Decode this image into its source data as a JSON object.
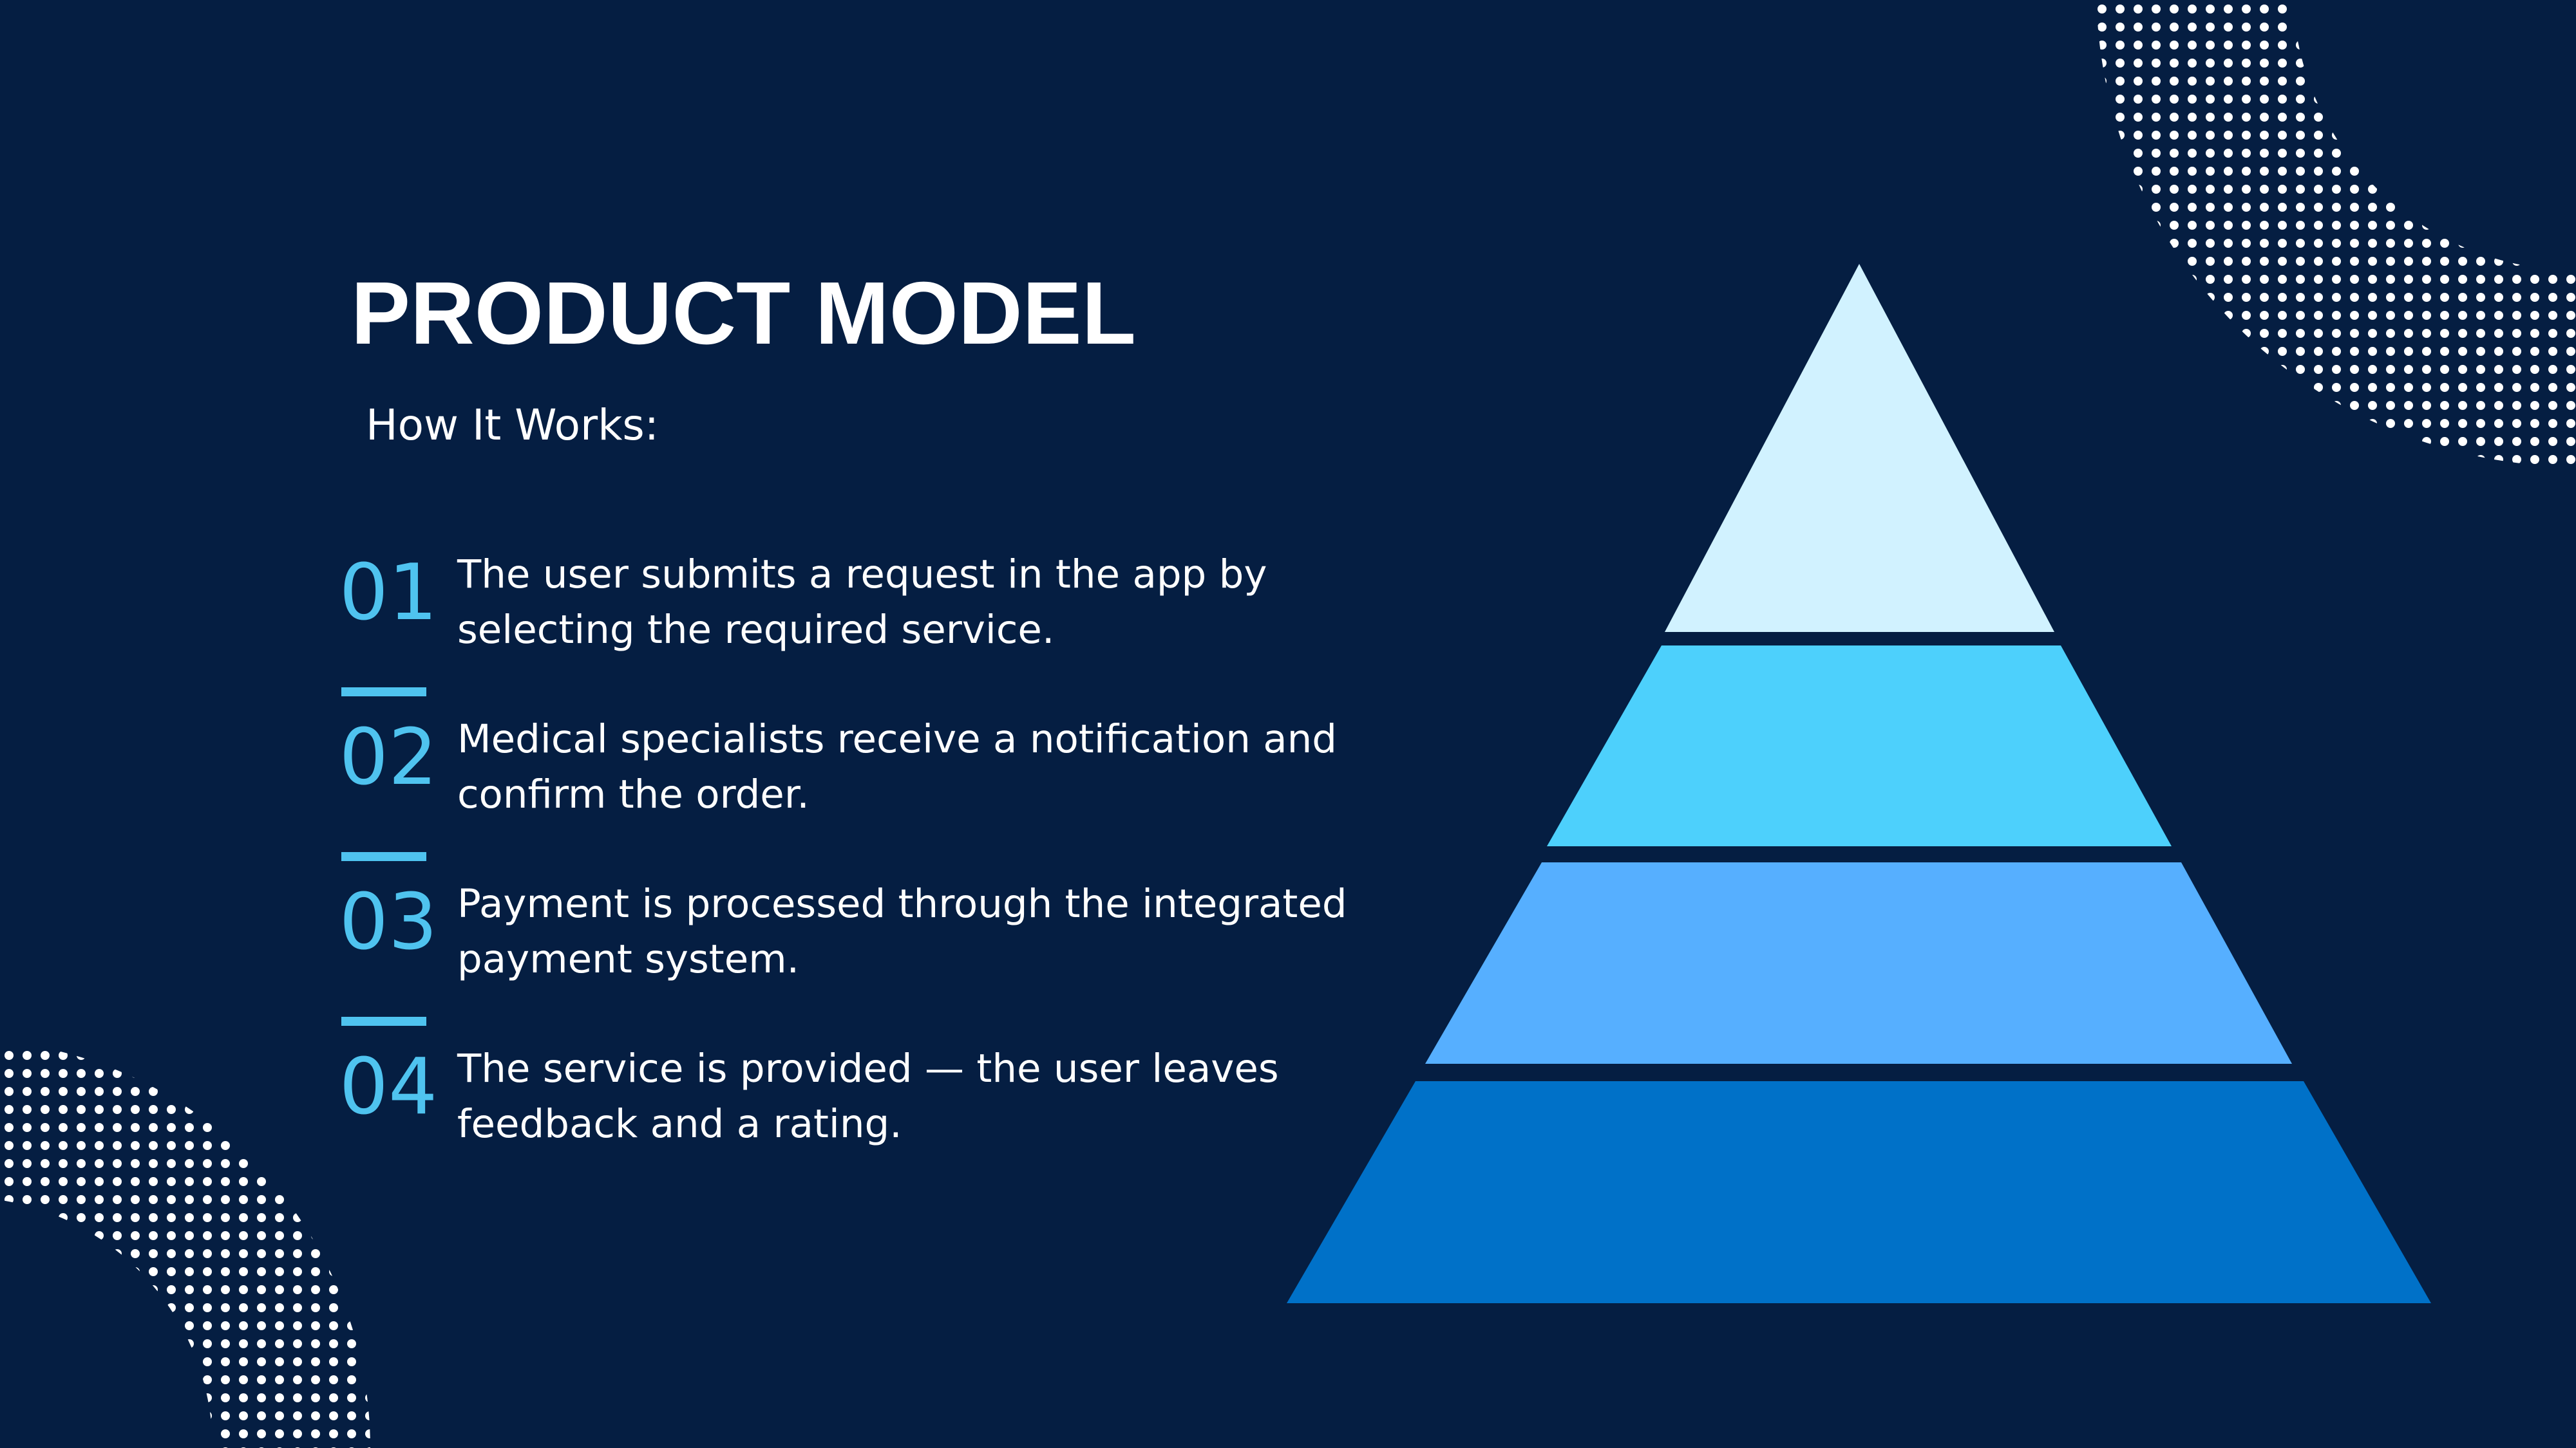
{
  "slide": {
    "title": "PRODUCT MODEL",
    "subtitle": "How It Works:"
  },
  "steps": [
    {
      "number": "01",
      "text_line1": "The user submits a request in the app by",
      "text_line2": "selecting the required service."
    },
    {
      "number": "02",
      "text_line1": "Medical specialists receive a notification and",
      "text_line2": "confirm the order."
    },
    {
      "number": "03",
      "text_line1": "Payment is processed through the integrated",
      "text_line2": "payment system."
    },
    {
      "number": "04",
      "text_line1": "The service is provided — the user leaves",
      "text_line2": "feedback and a rating."
    }
  ],
  "pyramid": {
    "levels": [
      {
        "color": "#d1f2ff"
      },
      {
        "color": "#4dd0fc"
      },
      {
        "color": "#56afff"
      },
      {
        "color": "#0071c8"
      }
    ]
  },
  "colors": {
    "background": "#051e42",
    "accent": "#4fc3ef",
    "text": "#ffffff",
    "dots": "#ffffff"
  }
}
